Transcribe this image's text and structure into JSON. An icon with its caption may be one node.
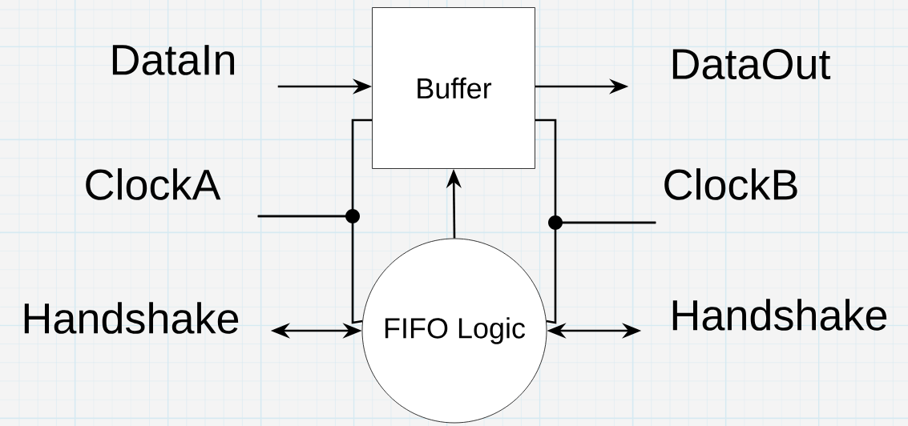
{
  "diagram": {
    "nodes": [
      {
        "text": [
          "DataIn"
        ]
      },
      {
        "text": [
          "Buffer"
        ]
      },
      {
        "text": [
          "DataOut"
        ]
      },
      {
        "text": [
          "ClockA"
        ]
      },
      {
        "text": [
          "ClockB"
        ]
      },
      {
        "text": [
          "FIFO Logic"
        ]
      },
      {
        "text": [
          "Handshake"
        ]
      },
      {
        "text": [
          "Handshake"
        ]
      }
    ],
    "edges": [
      {
        "from": 0,
        "to": 1,
        "arrow": "to"
      },
      {
        "from": 1,
        "to": 2,
        "arrow": "to"
      },
      {
        "from": 3,
        "to": 1,
        "arrow": "none"
      },
      {
        "from": 3,
        "to": 5,
        "arrow": "none"
      },
      {
        "from": 4,
        "to": 1,
        "arrow": "none"
      },
      {
        "from": 4,
        "to": 5,
        "arrow": "none"
      },
      {
        "from": 5,
        "to": 1,
        "arrow": "to"
      },
      {
        "from": 6,
        "to": 5,
        "arrow": "both"
      },
      {
        "from": 5,
        "to": 7,
        "arrow": "both"
      }
    ]
  }
}
